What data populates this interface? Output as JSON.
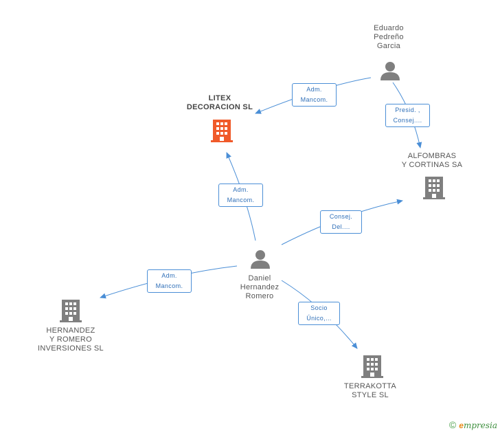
{
  "colors": {
    "edge": "#4a8ed6",
    "company": "#7f7f7f",
    "company_main": "#f05a2a",
    "person": "#7f7f7f"
  },
  "nodes": {
    "litex": {
      "lines": [
        "LITEX",
        "DECORACION SL"
      ],
      "icon": "building-icon"
    },
    "eduardo": {
      "lines": [
        "Eduardo",
        "Pedreño",
        "Garcia"
      ],
      "icon": "person-icon"
    },
    "alfombras": {
      "lines": [
        "ALFOMBRAS",
        "Y CORTINAS SA"
      ],
      "icon": "building-icon"
    },
    "daniel": {
      "lines": [
        "Daniel",
        "Hernandez",
        "Romero"
      ],
      "icon": "person-icon"
    },
    "hernandez": {
      "lines": [
        "HERNANDEZ",
        "Y ROMERO",
        "INVERSIONES SL"
      ],
      "icon": "building-icon"
    },
    "terrakotta": {
      "lines": [
        "TERRAKOTTA",
        "STYLE SL"
      ],
      "icon": "building-icon"
    }
  },
  "edges": {
    "eduardo_litex": [
      "Adm.",
      "Mancom."
    ],
    "eduardo_alfombras": [
      "Presid. ,",
      "Consej...."
    ],
    "daniel_litex": [
      "Adm.",
      "Mancom."
    ],
    "daniel_alfombras": [
      "Consej.",
      "Del...."
    ],
    "daniel_hernandez": [
      "Adm.",
      "Mancom."
    ],
    "daniel_terrakotta": [
      "Socio",
      "Único,..."
    ]
  },
  "footer": {
    "copyright": "©",
    "brand_initial": "e",
    "brand_rest": "mpresia"
  }
}
